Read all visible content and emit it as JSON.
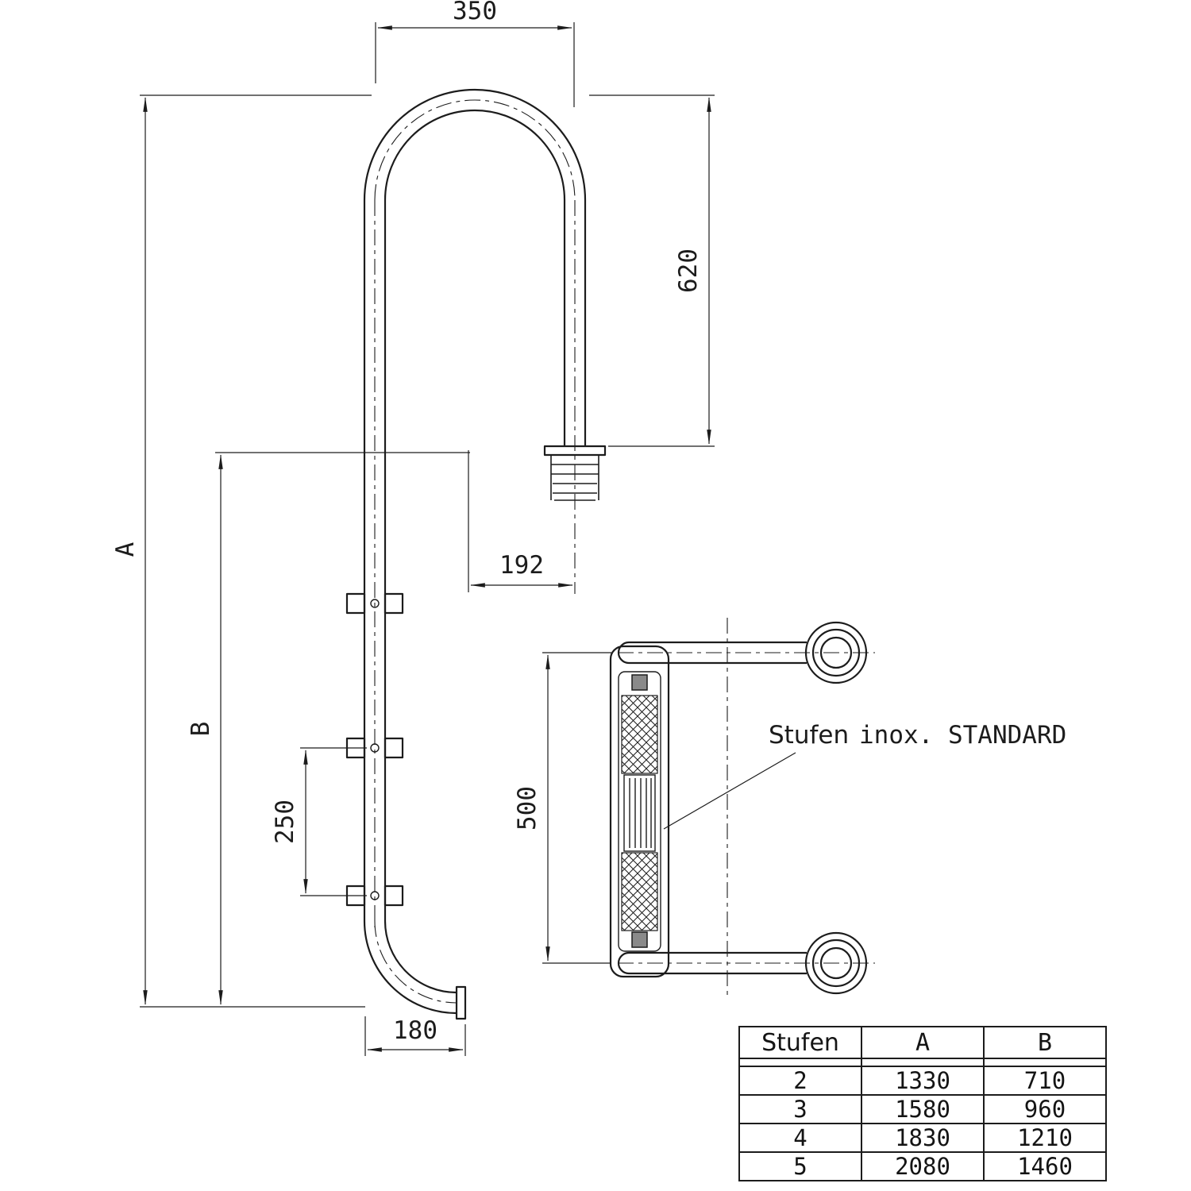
{
  "drawing": {
    "title": "Pool ladder technical drawing",
    "side": {
      "dim_top_width": "350",
      "dim_right_height": "620",
      "dim_overall": "A",
      "dim_partial": "B",
      "dim_step_spacing": "250",
      "dim_offset": "192",
      "dim_bottom": "180"
    },
    "plan": {
      "dim_step_width": "500",
      "label_step": "Stufen",
      "label_material": "inox. STANDARD"
    }
  },
  "table": {
    "headers": [
      "Stufen",
      "A",
      "B"
    ],
    "rows": [
      [
        "2",
        "1330",
        "710"
      ],
      [
        "3",
        "1580",
        "960"
      ],
      [
        "4",
        "1830",
        "1210"
      ],
      [
        "5",
        "2080",
        "1460"
      ]
    ]
  },
  "colors": {
    "line": "#1c1c1c",
    "background": "#ffffff",
    "bolt_fill": "#8a8a8a"
  }
}
